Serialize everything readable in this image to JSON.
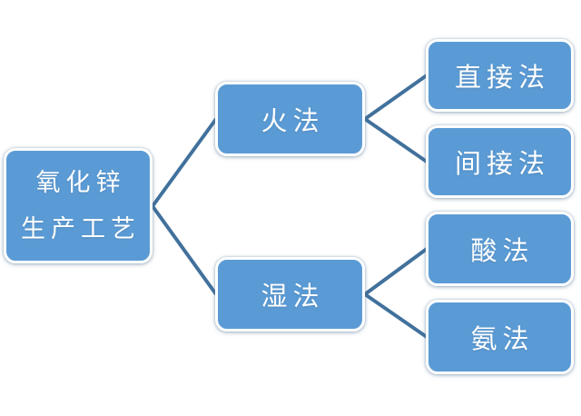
{
  "diagram": {
    "type": "tree",
    "direction": "left-to-right",
    "root": {
      "lines": [
        "氧化锌",
        "生产工艺"
      ]
    },
    "branches": [
      {
        "label": "火法",
        "children": [
          {
            "label": "直接法"
          },
          {
            "label": "间接法"
          }
        ]
      },
      {
        "label": "湿法",
        "children": [
          {
            "label": "酸法"
          },
          {
            "label": "氨法"
          }
        ]
      }
    ],
    "colors": {
      "node_fill": "#5B9BD5",
      "node_border": "#FFFFFF",
      "connector": "#41719C",
      "text": "#FFFFFF",
      "background": "#FFFFFF"
    }
  }
}
